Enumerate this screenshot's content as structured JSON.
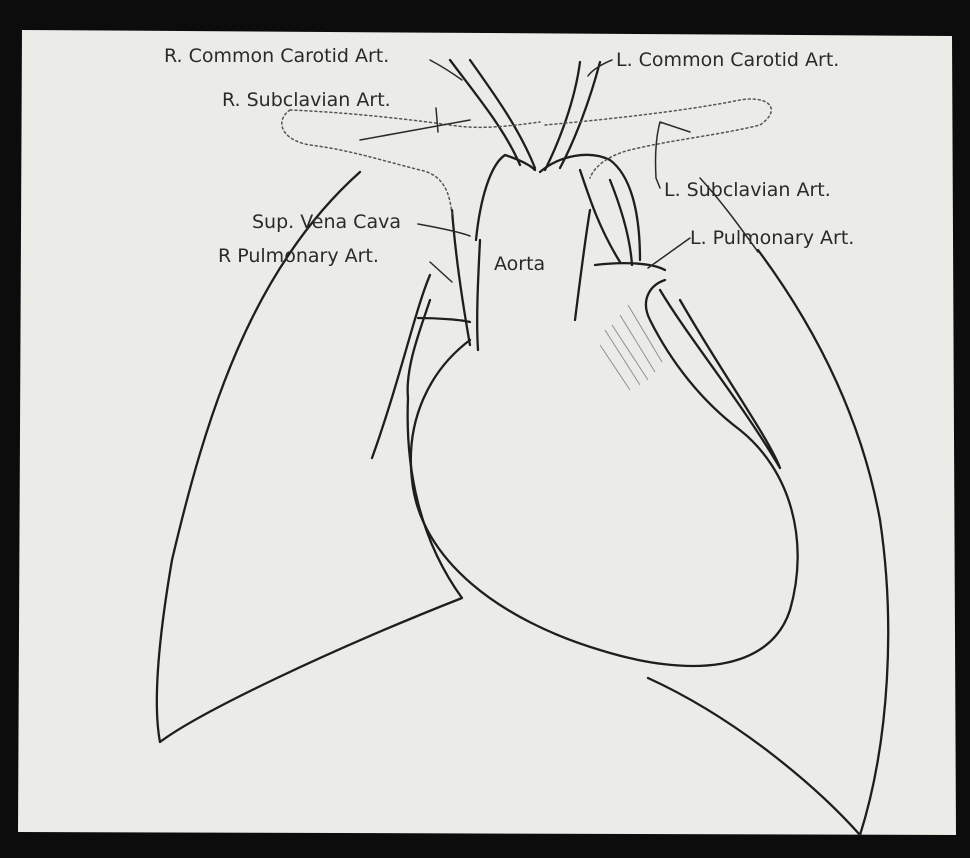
{
  "colors": {
    "frame": "#0c0c0c",
    "paper": "#ebebe8",
    "ink": "#1e1e1e"
  },
  "labels": {
    "r_common_carotid": "R. Common Carotid Art.",
    "l_common_carotid": "L. Common Carotid Art.",
    "r_subclavian": "R. Subclavian Art.",
    "l_subclavian": "L. Subclavian Art.",
    "sup_vena_cava": "Sup. Vena Cava",
    "r_pulmonary": "R Pulmonary Art.",
    "l_pulmonary": "L. Pulmonary Art.",
    "aorta": "Aorta"
  }
}
